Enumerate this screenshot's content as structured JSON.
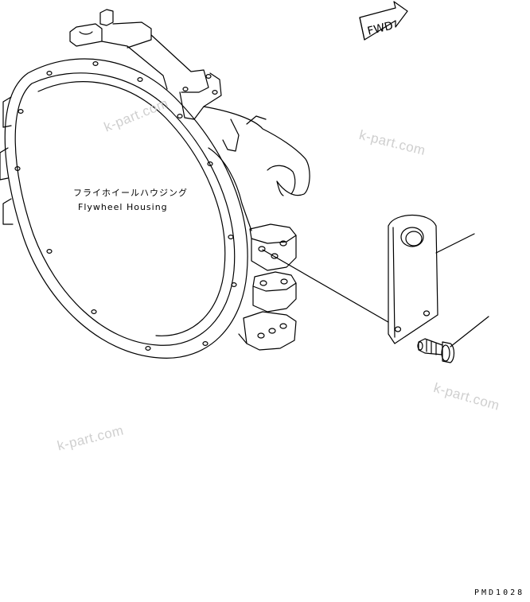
{
  "labels": {
    "part_name_jp": "フライホイールハウジング",
    "part_name_en": "Flywheel Housing",
    "fwd": "FWD",
    "drawing_code": "PMD1028"
  },
  "watermarks": [
    "k-part.com",
    "k-part.com",
    "k-part.com",
    "k-part.com"
  ],
  "colors": {
    "line": "#000000",
    "watermark": "#cfcfcf",
    "background": "#ffffff"
  }
}
